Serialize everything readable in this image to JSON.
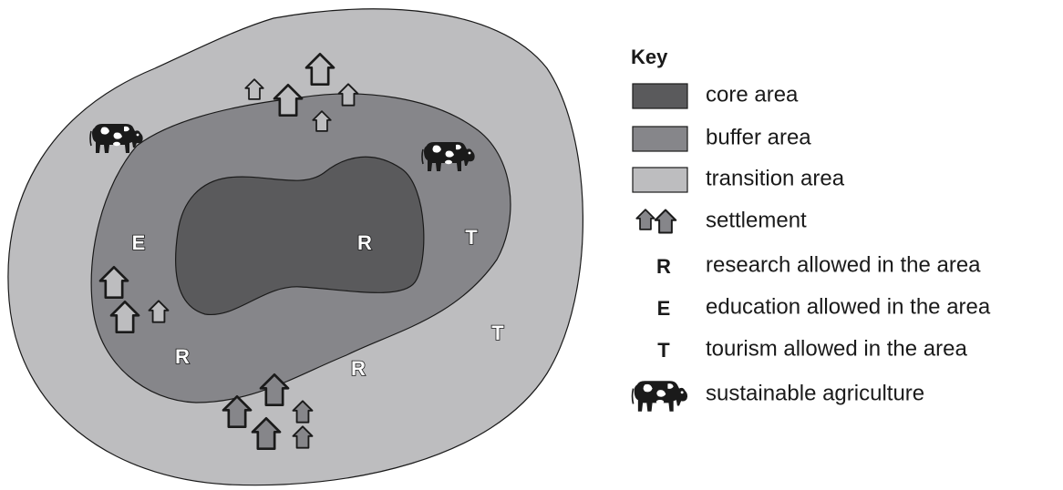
{
  "diagram": {
    "zone_colors": {
      "core": "#5a5a5c",
      "buffer": "#86868a",
      "transition": "#bdbdbf"
    },
    "map_letters": {
      "r_core": "R",
      "e_buffer": "E",
      "t_buffer": "T",
      "r_buffer_left": "R",
      "r_buffer_bottom": "R",
      "t_transition": "T"
    },
    "key": {
      "title": "Key",
      "items": [
        {
          "symbol": "",
          "label": "core area"
        },
        {
          "symbol": "",
          "label": "buffer area"
        },
        {
          "symbol": "",
          "label": "transition area"
        },
        {
          "symbol": "",
          "label": "settlement"
        },
        {
          "symbol": "R",
          "label": "research allowed in the area"
        },
        {
          "symbol": "E",
          "label": "education allowed in the area"
        },
        {
          "symbol": "T",
          "label": "tourism allowed in the area"
        },
        {
          "symbol": "",
          "label": "sustainable agriculture"
        }
      ]
    }
  }
}
